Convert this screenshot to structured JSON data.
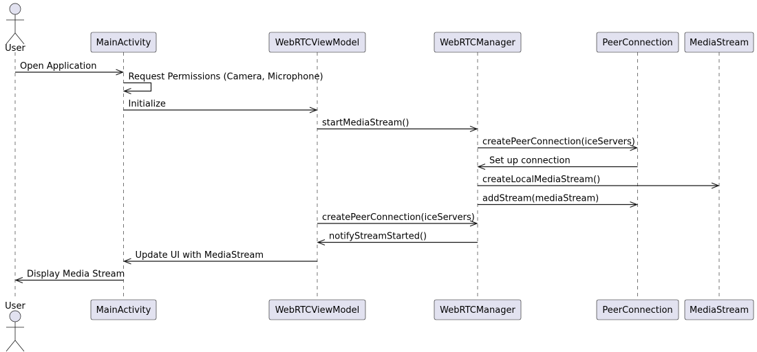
{
  "participants": [
    {
      "id": "user",
      "label": "User",
      "kind": "actor"
    },
    {
      "id": "main",
      "label": "MainActivity",
      "kind": "box"
    },
    {
      "id": "vm",
      "label": "WebRTCViewModel",
      "kind": "box"
    },
    {
      "id": "mgr",
      "label": "WebRTCManager",
      "kind": "box"
    },
    {
      "id": "pc",
      "label": "PeerConnection",
      "kind": "box"
    },
    {
      "id": "ms",
      "label": "MediaStream",
      "kind": "box"
    }
  ],
  "messages": [
    {
      "from": "user",
      "to": "main",
      "label": "Open Application"
    },
    {
      "from": "main",
      "to": "main",
      "label": "Request Permissions (Camera, Microphone)"
    },
    {
      "from": "main",
      "to": "vm",
      "label": "Initialize"
    },
    {
      "from": "vm",
      "to": "mgr",
      "label": "startMediaStream()"
    },
    {
      "from": "mgr",
      "to": "pc",
      "label": "createPeerConnection(iceServers)"
    },
    {
      "from": "pc",
      "to": "mgr",
      "label": "Set up connection"
    },
    {
      "from": "mgr",
      "to": "ms",
      "label": "createLocalMediaStream()"
    },
    {
      "from": "mgr",
      "to": "pc",
      "label": "addStream(mediaStream)"
    },
    {
      "from": "vm",
      "to": "mgr",
      "label": "createPeerConnection(iceServers)"
    },
    {
      "from": "mgr",
      "to": "vm",
      "label": "notifyStreamStarted()"
    },
    {
      "from": "vm",
      "to": "main",
      "label": "Update UI with MediaStream"
    },
    {
      "from": "main",
      "to": "user",
      "label": "Display Media Stream"
    }
  ],
  "colors": {
    "box_fill": "#e2e2f0",
    "box_border": "#181818",
    "lifeline": "#181818",
    "arrow": "#181818",
    "text": "#000000"
  }
}
